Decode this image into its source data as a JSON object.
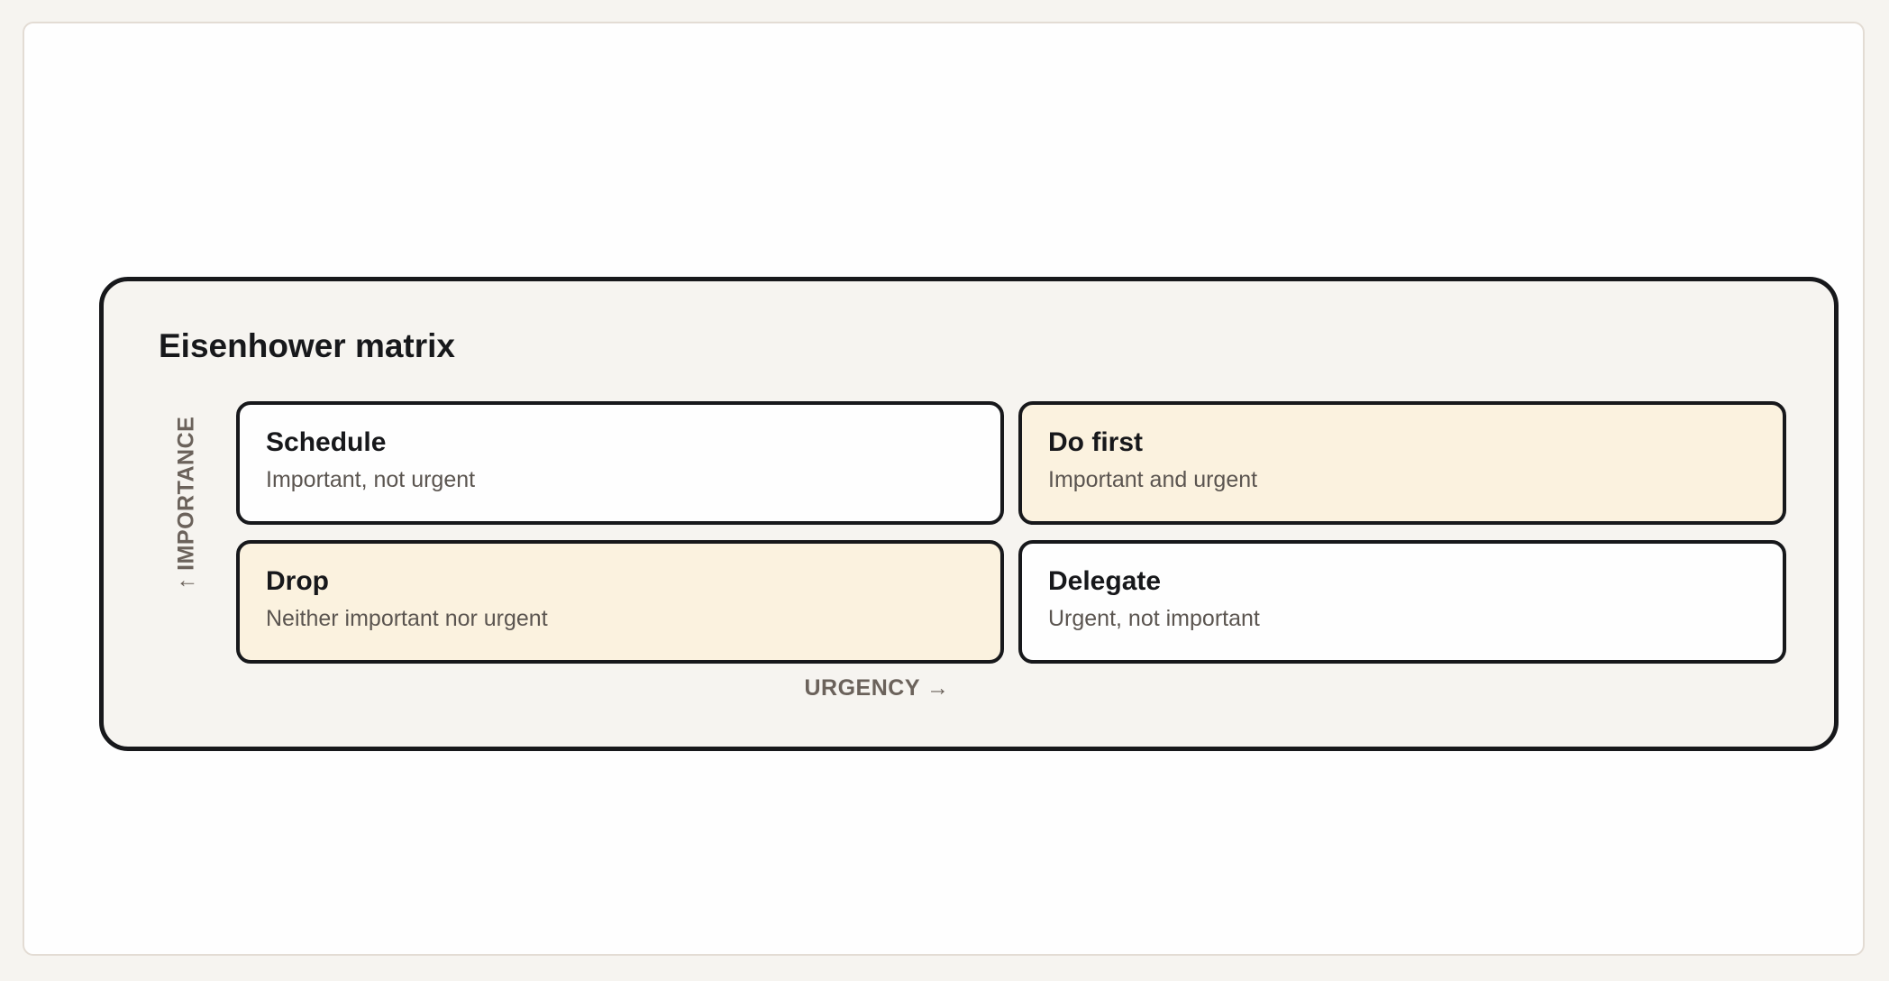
{
  "diagram": {
    "title": "Eisenhower matrix",
    "y_axis_label": "↑ IMPORTANCE",
    "x_axis_label": "URGENCY →",
    "quadrants": [
      {
        "title": "Schedule",
        "subtitle": "Important, not urgent"
      },
      {
        "title": "Do first",
        "subtitle": "Important and urgent"
      },
      {
        "title": "Drop",
        "subtitle": "Neither important nor urgent"
      },
      {
        "title": "Delegate",
        "subtitle": "Urgent, not important"
      }
    ]
  },
  "colors": {
    "highlight_fill": "#fbf2df",
    "plain_fill": "#fefefe",
    "border": "#17181b",
    "axis_text": "#6b625b"
  }
}
